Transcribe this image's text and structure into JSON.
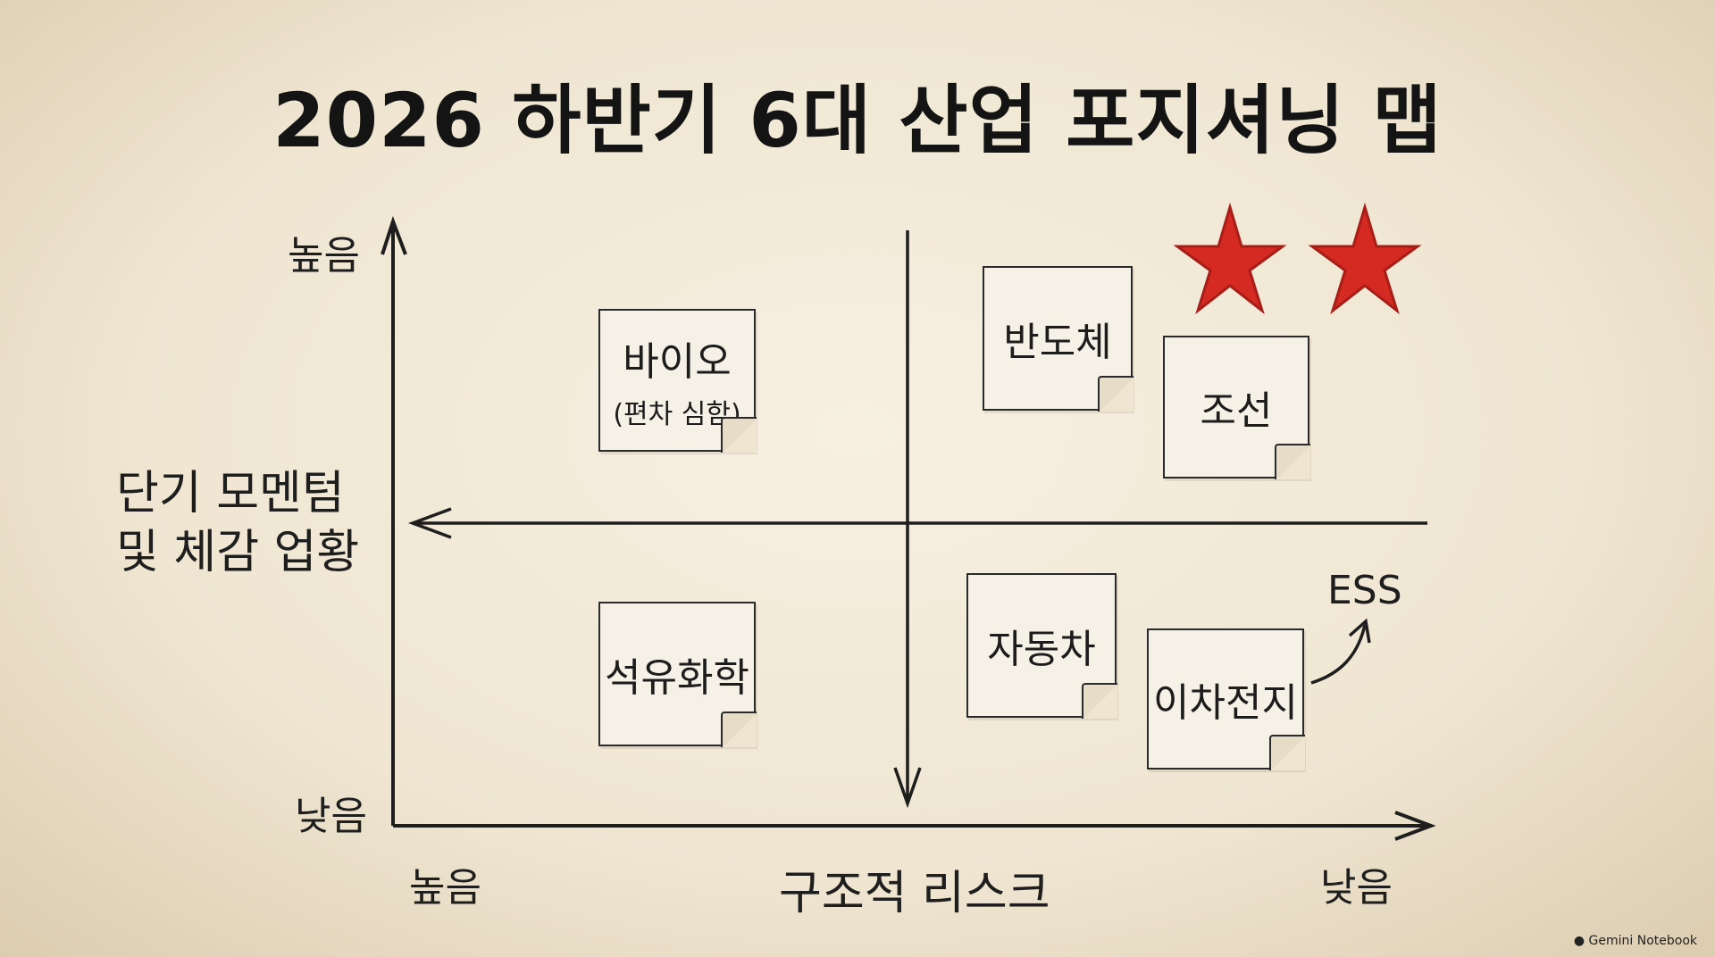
{
  "title": "2026 하반기 6대 산업 포지셔닝 맵",
  "axes": {
    "y_label_line1": "단기 모멘텀",
    "y_label_line2": "및 체감 업황",
    "y_high": "높음",
    "y_low": "낮음",
    "x_label": "구조적 리스크",
    "x_left": "높음",
    "x_right": "낮음"
  },
  "notes": {
    "bio": "바이오",
    "bio_sub": "(편차 심함)",
    "semiconductor": "반도체",
    "shipbuilding": "조선",
    "petrochemical": "석유화학",
    "automobile": "자동차",
    "battery": "이차전지"
  },
  "ess_label": "ESS",
  "stars": {
    "color": "#d42a22"
  },
  "footer": "Gemini Notebook"
}
